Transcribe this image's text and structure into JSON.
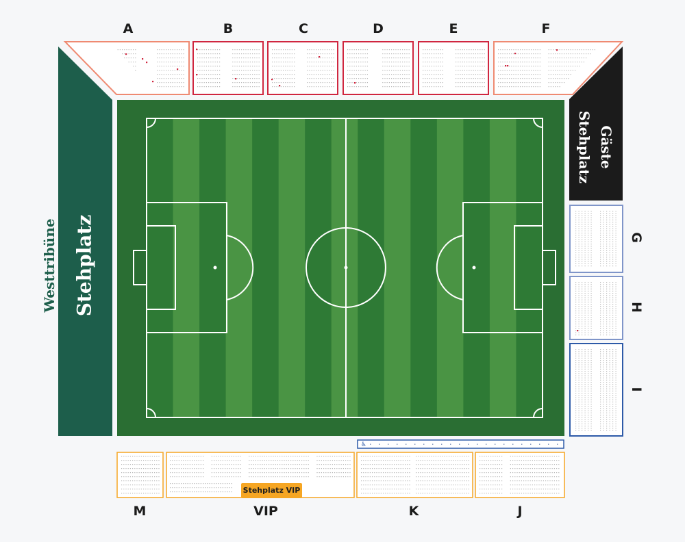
{
  "stadium": {
    "west_stand": {
      "caption": "Westtribüne",
      "name": "Stehplatz"
    },
    "guest_stand": {
      "line1": "Gäste",
      "line2": "Stehplatz"
    },
    "vip_standing_label": "Stehplatz VIP",
    "wheelchair_icon": "wheelchair-icon"
  },
  "blocks": {
    "north": [
      "A",
      "B",
      "C",
      "D",
      "E",
      "F"
    ],
    "east": [
      "G",
      "H",
      "I"
    ],
    "south": [
      "M",
      "VIP",
      "K",
      "J"
    ]
  },
  "colors": {
    "background": "#f6f7f9",
    "pitch_dark": "#2e7a35",
    "pitch_light": "#4a9444",
    "pitch_border": "#2a6e33",
    "west_stand": "#1d5e4b",
    "guest_stand": "#1b1b1b",
    "block_red": "#d0263f",
    "block_salmon": "#ef8a72",
    "block_blue_light": "#7f95c9",
    "block_blue": "#2d5aa8",
    "block_orange": "#f6a623"
  }
}
